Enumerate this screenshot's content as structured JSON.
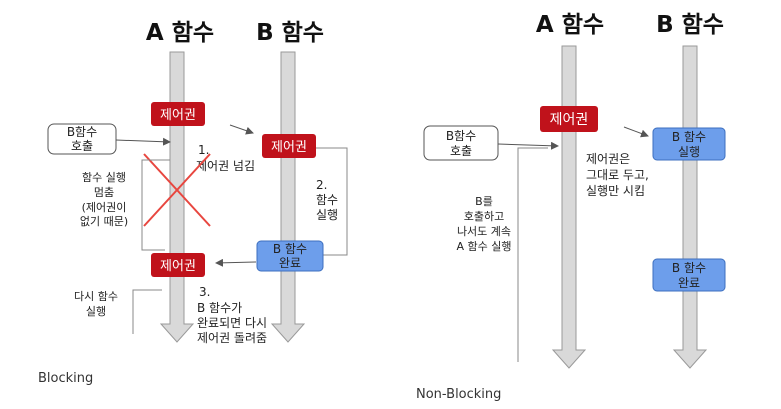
{
  "blocking": {
    "func_a_title": "A 함수",
    "func_b_title": "B 함수",
    "call_b": [
      "B함수",
      "호출"
    ],
    "control_top": "제어권",
    "control_b": "제어권",
    "control_bottom": "제어권",
    "step1": [
      "1.",
      "제어권 넘김"
    ],
    "step2": [
      "2.",
      "함수",
      "실행"
    ],
    "b_done": [
      "B 함수",
      "완료"
    ],
    "a_paused": [
      "함수 실행",
      "멈춤",
      "(제어권이",
      "없기 때문)"
    ],
    "a_resume": [
      "다시 함수",
      "실행"
    ],
    "step3": [
      "3.",
      "B 함수가",
      "완료되면 다시",
      "제어권 돌려줌"
    ],
    "caption": "Blocking"
  },
  "nonblocking": {
    "func_a_title": "A 함수",
    "func_b_title": "B 함수",
    "call_b": [
      "B함수",
      "호출"
    ],
    "control": "제어권",
    "b_exec": [
      "B 함수",
      "실행"
    ],
    "keep_control": [
      "제어권은",
      "그대로 두고,",
      "실행만 시킴"
    ],
    "after_call": [
      "B를",
      "호출하고",
      "나서도 계속",
      "A 함수 실행"
    ],
    "b_done": [
      "B 함수",
      "완료"
    ],
    "caption": "Non-Blocking"
  },
  "colors": {
    "control_box": "#c0121b",
    "b_box": "#6d9eeb",
    "arrow_fill": "#d9d9d9",
    "arrow_stroke": "#999999",
    "cross": "#e8463f"
  }
}
